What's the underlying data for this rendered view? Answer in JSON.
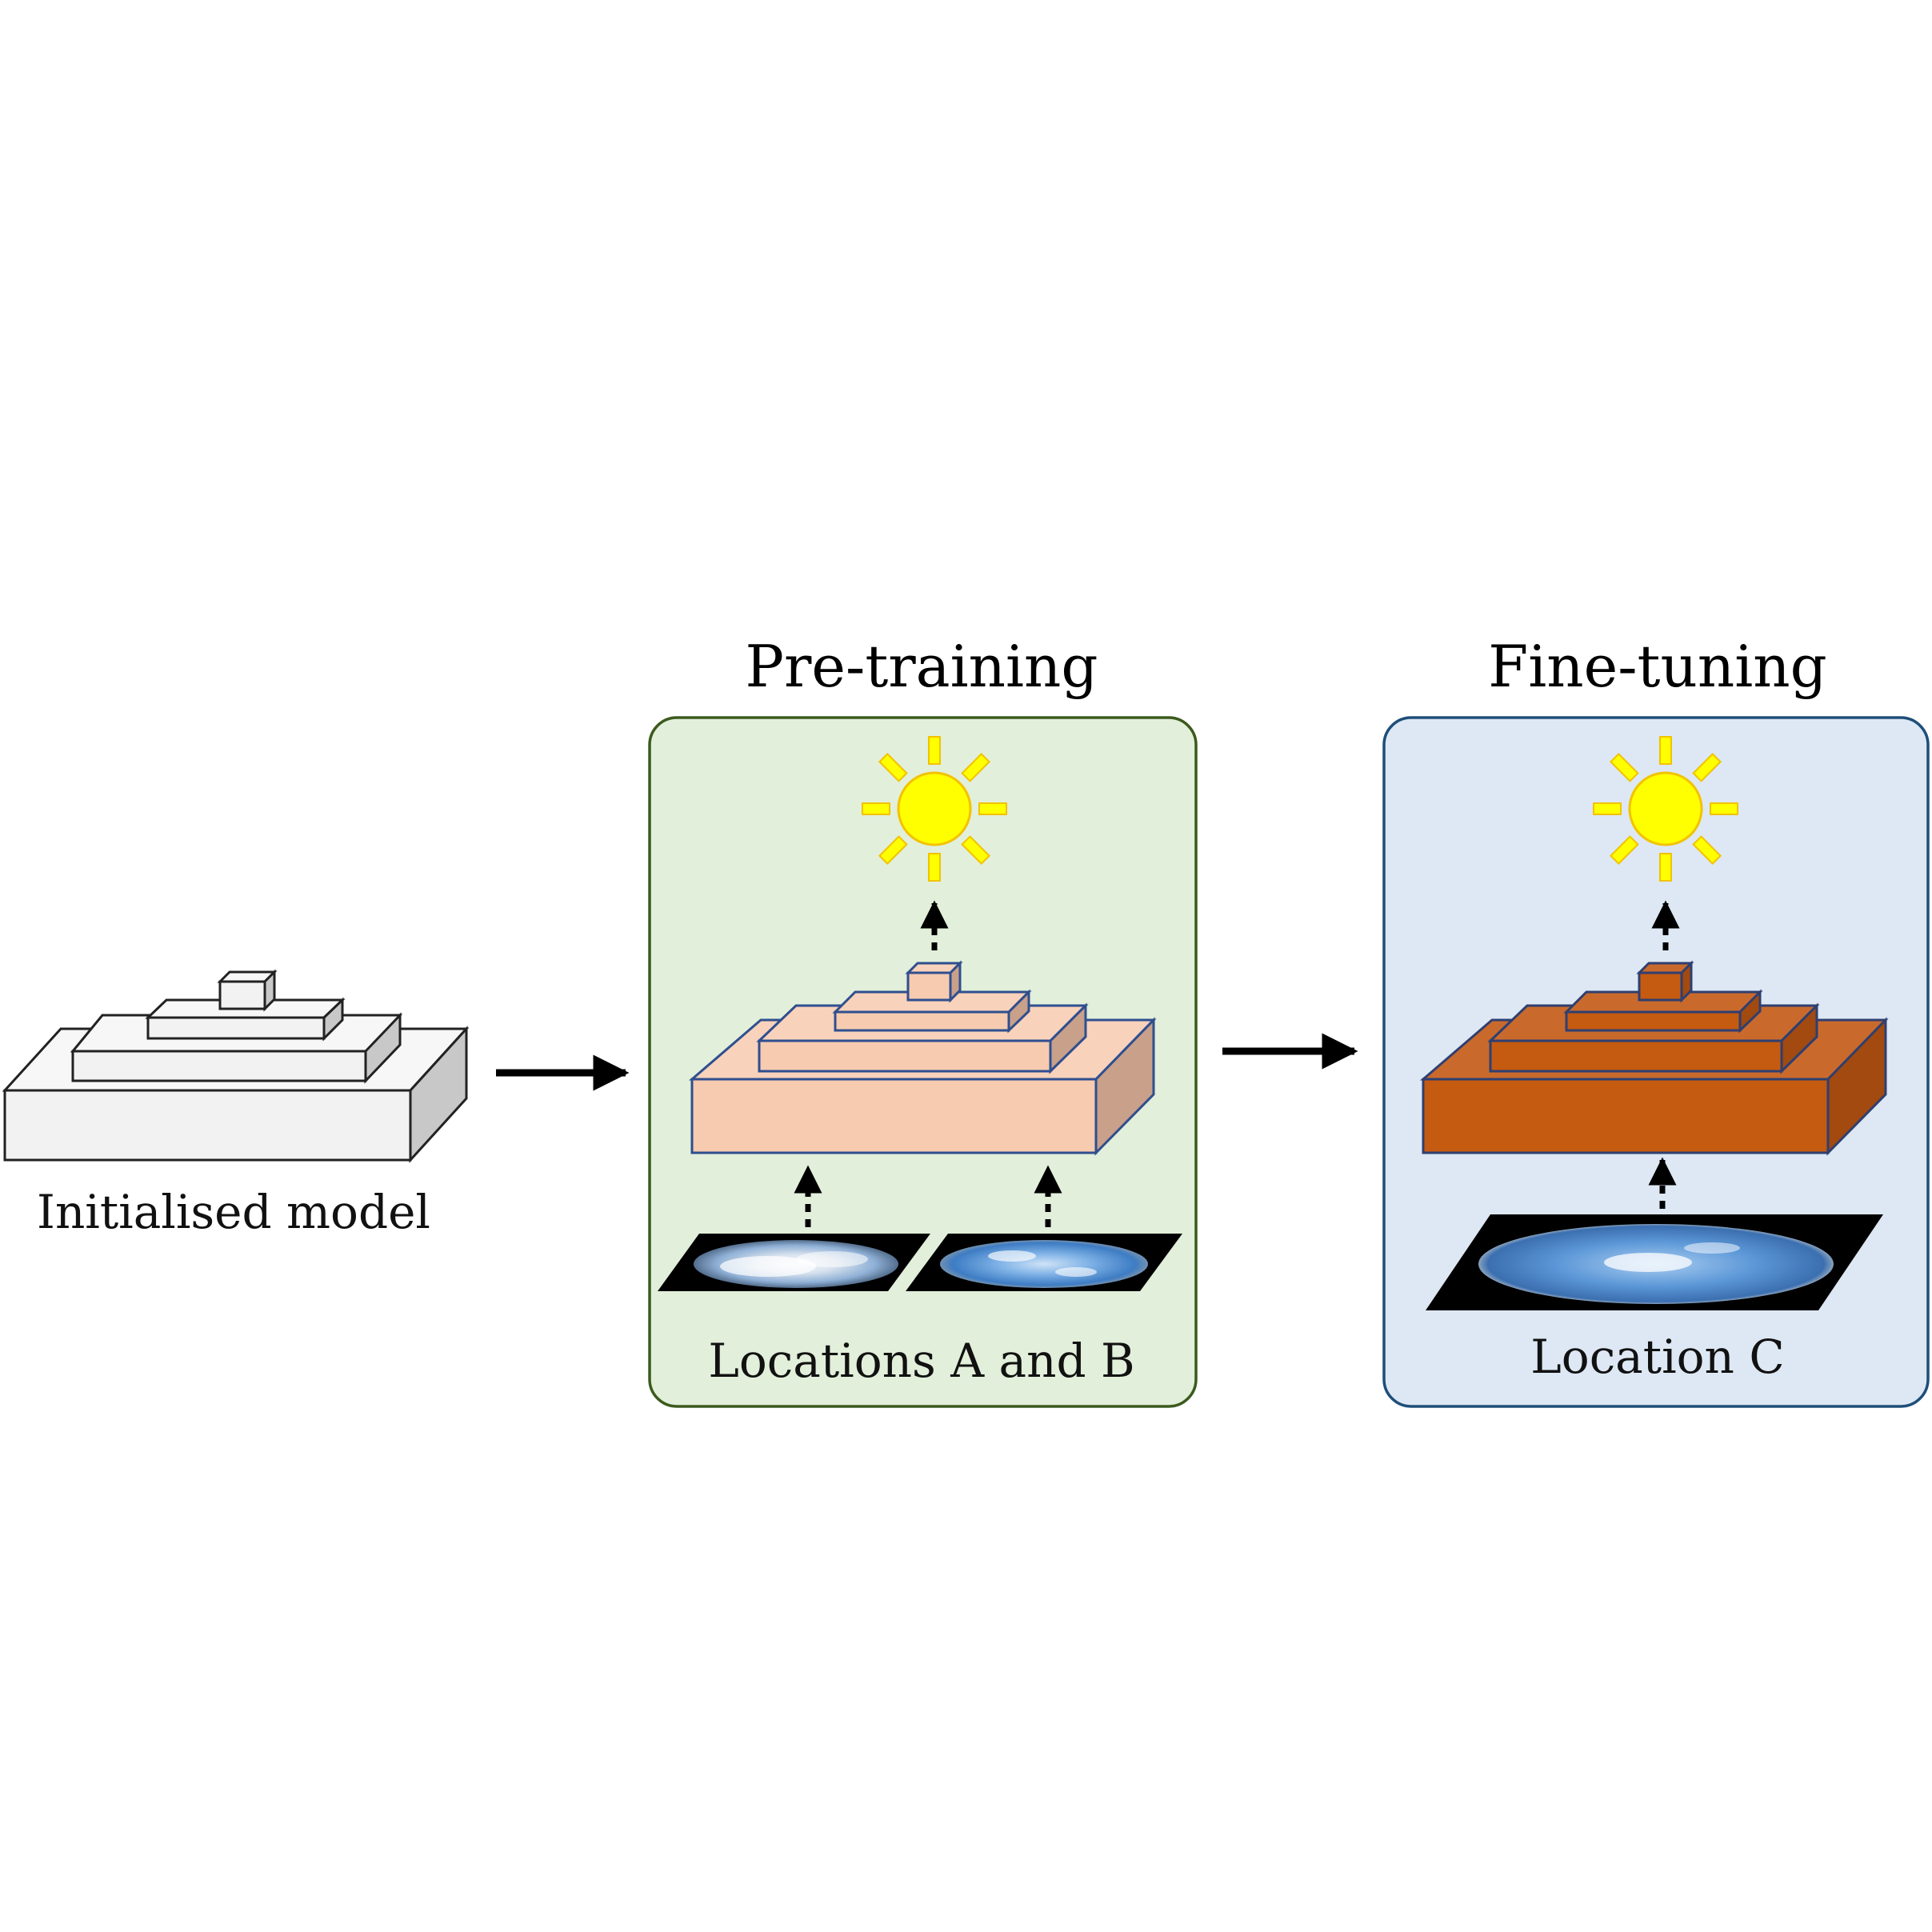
{
  "stages": [
    {
      "id": "initial",
      "caption": "Initialised model",
      "colors": {
        "front": "#f2f2f2",
        "top": "#f7f7f7",
        "side": "#c8c8c8",
        "stroke": "#222222"
      }
    },
    {
      "id": "pretraining",
      "title": "Pre-training",
      "caption": "Locations A and B",
      "panel": {
        "fill": "#e2efda",
        "stroke": "#3c5a1e"
      },
      "colors": {
        "front": "#f6cbb0",
        "top": "#f8d2bb",
        "side": "#c9a08a",
        "stroke": "#2f4f8f"
      }
    },
    {
      "id": "finetuning",
      "title": "Fine-tuning",
      "caption": "Location C",
      "panel": {
        "fill": "#dde8f4",
        "stroke": "#1f4e79"
      },
      "colors": {
        "front": "#c55a11",
        "top": "#c96a2c",
        "side": "#a24a10",
        "stroke": "#2f3f70"
      }
    }
  ],
  "sun": {
    "fill": "#ffff00",
    "stroke": "#f2c200"
  }
}
